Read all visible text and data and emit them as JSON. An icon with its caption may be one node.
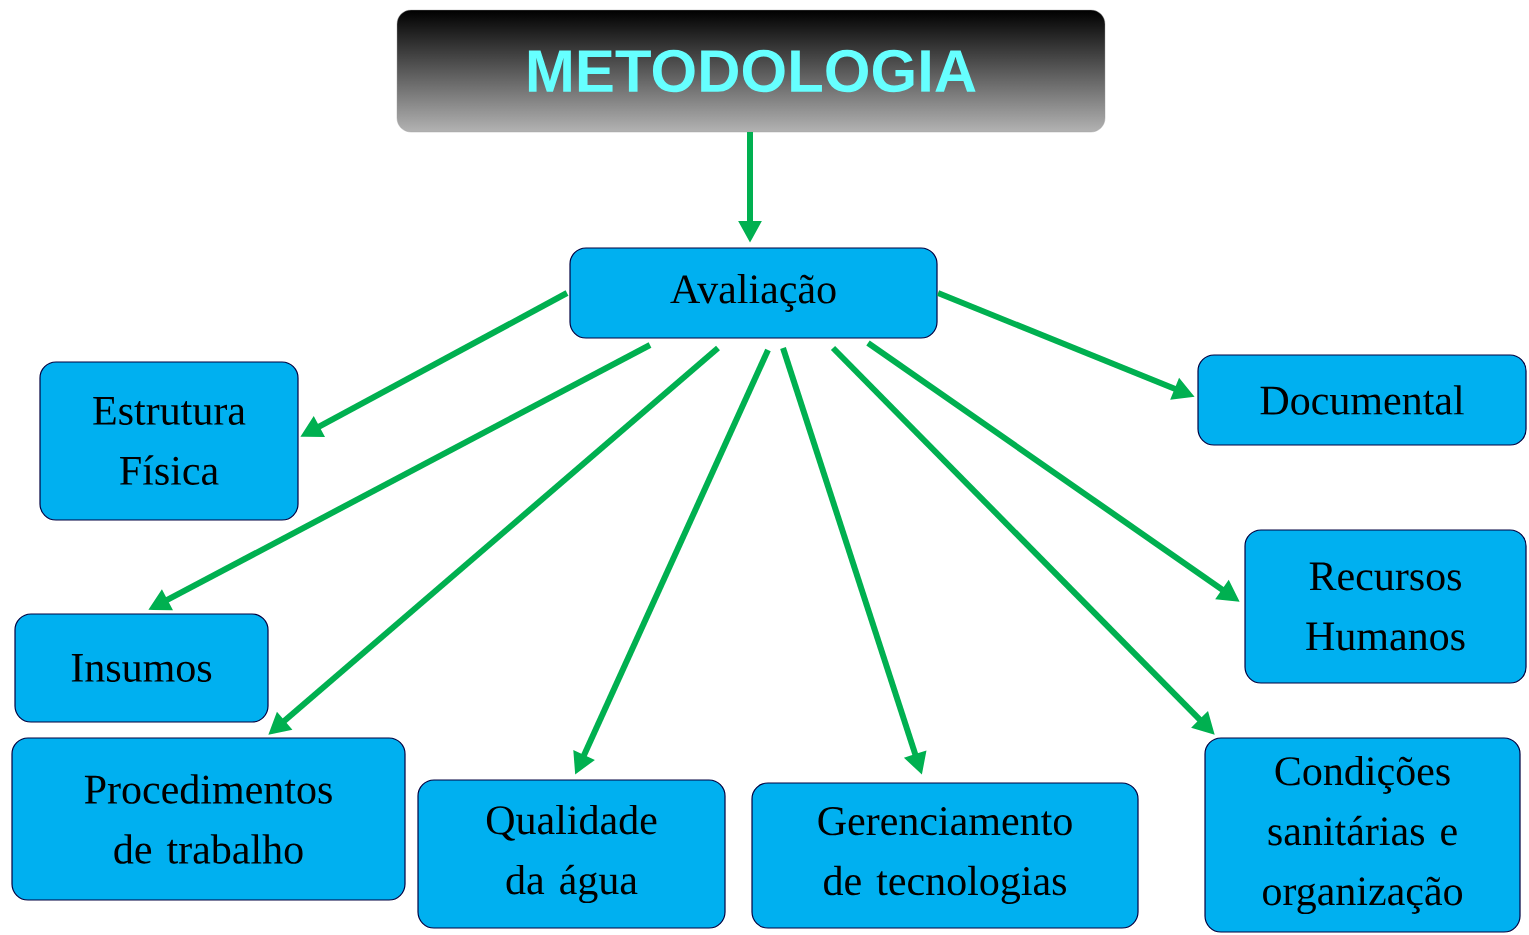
{
  "diagram": {
    "nodes": [
      {
        "text": [
          "METODOLOGIA"
        ]
      },
      {
        "text": [
          "Avaliação"
        ]
      },
      {
        "text": [
          "Estrutura Física"
        ]
      },
      {
        "text": [
          "Insumos"
        ]
      },
      {
        "text": [
          "Procedimentos de trabalho"
        ]
      },
      {
        "text": [
          "Qualidade da água"
        ]
      },
      {
        "text": [
          "Gerenciamento de tecnologias"
        ]
      },
      {
        "text": [
          "Documental"
        ]
      },
      {
        "text": [
          "Recursos Humanos"
        ]
      },
      {
        "text": [
          "Condições sanitárias e organização"
        ]
      }
    ],
    "edges": [
      {
        "from": 0,
        "to": 1,
        "arrow": "to"
      },
      {
        "from": 1,
        "to": 2,
        "arrow": "to"
      },
      {
        "from": 1,
        "to": 3,
        "arrow": "to"
      },
      {
        "from": 1,
        "to": 4,
        "arrow": "to"
      },
      {
        "from": 1,
        "to": 5,
        "arrow": "to"
      },
      {
        "from": 1,
        "to": 6,
        "arrow": "to"
      },
      {
        "from": 1,
        "to": 9,
        "arrow": "to"
      },
      {
        "from": 1,
        "to": 8,
        "arrow": "to"
      },
      {
        "from": 1,
        "to": 7,
        "arrow": "to"
      }
    ]
  }
}
